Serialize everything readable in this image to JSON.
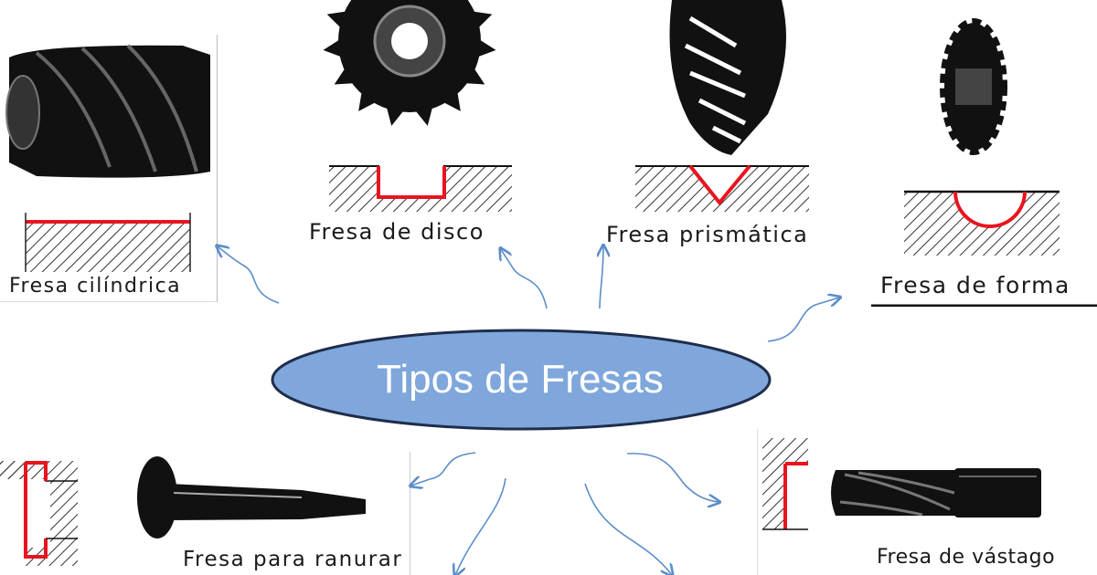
{
  "title": "Tipos de Fresas",
  "colors": {
    "ellipse_fill": "#7fa7db",
    "ellipse_stroke": "#1f2d4d",
    "arrow": "#5b8ec9",
    "cut_profile": "#e8141e",
    "tool_dark": "#111111"
  },
  "cutters": [
    {
      "name": "Fresa cilíndrica",
      "icon": "cylindrical-cutter-icon"
    },
    {
      "name": "Fresa de disco",
      "icon": "disc-cutter-icon"
    },
    {
      "name": "Fresa prismática",
      "icon": "prismatic-cutter-icon"
    },
    {
      "name": "Fresa de forma",
      "icon": "form-cutter-icon"
    },
    {
      "name": "Fresa para ranurar",
      "icon": "slotting-cutter-icon"
    },
    {
      "name": "Fresa de vástago",
      "icon": "shank-cutter-icon"
    }
  ]
}
